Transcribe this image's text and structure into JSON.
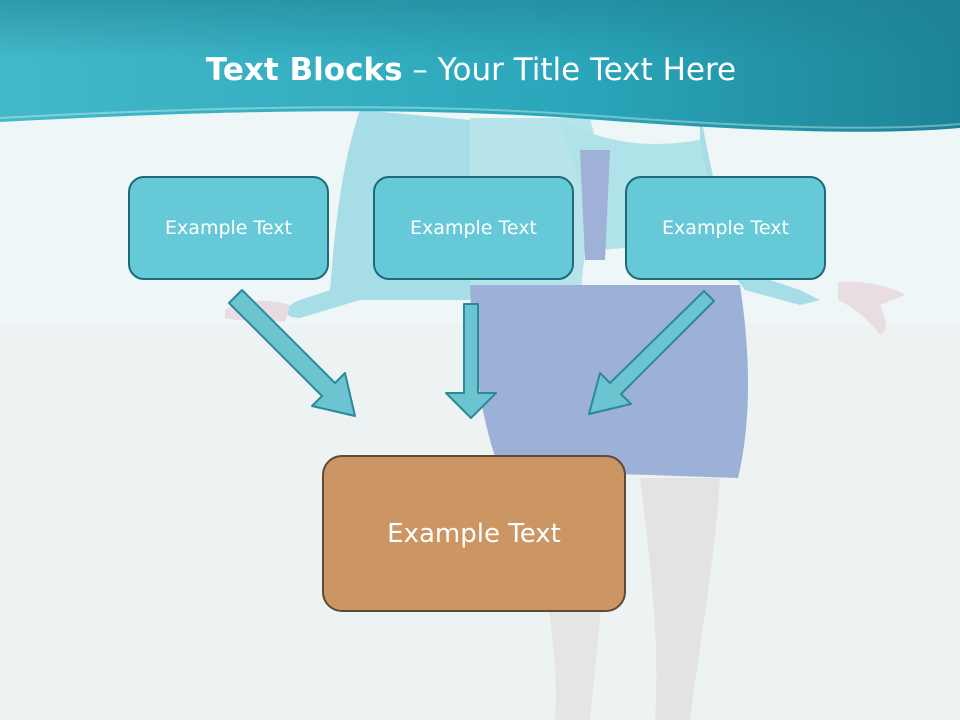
{
  "slide": {
    "title_bold": "Text Blocks",
    "title_dash": " – ",
    "title_rest": "Your Title Text Here"
  },
  "diagram": {
    "top_boxes": [
      {
        "label": "Example Text"
      },
      {
        "label": "Example Text"
      },
      {
        "label": "Example Text"
      }
    ],
    "bottom_box": {
      "label": "Example Text"
    }
  },
  "colors": {
    "header_teal": "#2aa9bd",
    "box_fill": "#66c9d8",
    "box_border": "#1e6a78",
    "bottom_fill": "#cc9664",
    "bottom_border": "#5f4a33",
    "arrow_fill": "#6cc4d1"
  }
}
